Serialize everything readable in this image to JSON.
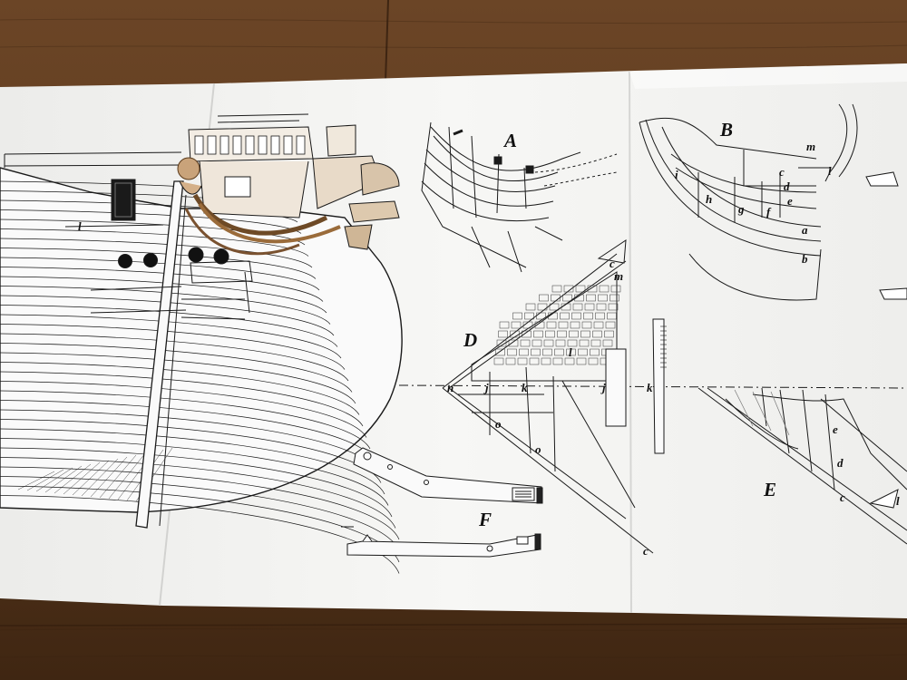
{
  "photo": {
    "subject": "ship-model-plan-sheets-on-wooden-floor",
    "colors": {
      "floor": "#6b4526",
      "floor_dark": "#4a2d16",
      "paper": "#f4f4f2",
      "paper_shade": "#e6e6e4",
      "ink": "#1a1a1a",
      "wood_part": "#b07a44"
    }
  },
  "labels": {
    "A": "A",
    "B": "B",
    "D": "D",
    "E": "E",
    "F": "F",
    "a": "a",
    "b": "b",
    "c": "c",
    "d": "d",
    "e": "e",
    "f": "f",
    "g": "g",
    "h": "h",
    "i": "i",
    "j": "j",
    "k": "k",
    "l": "l",
    "m": "m",
    "n": "n",
    "o": "o"
  }
}
